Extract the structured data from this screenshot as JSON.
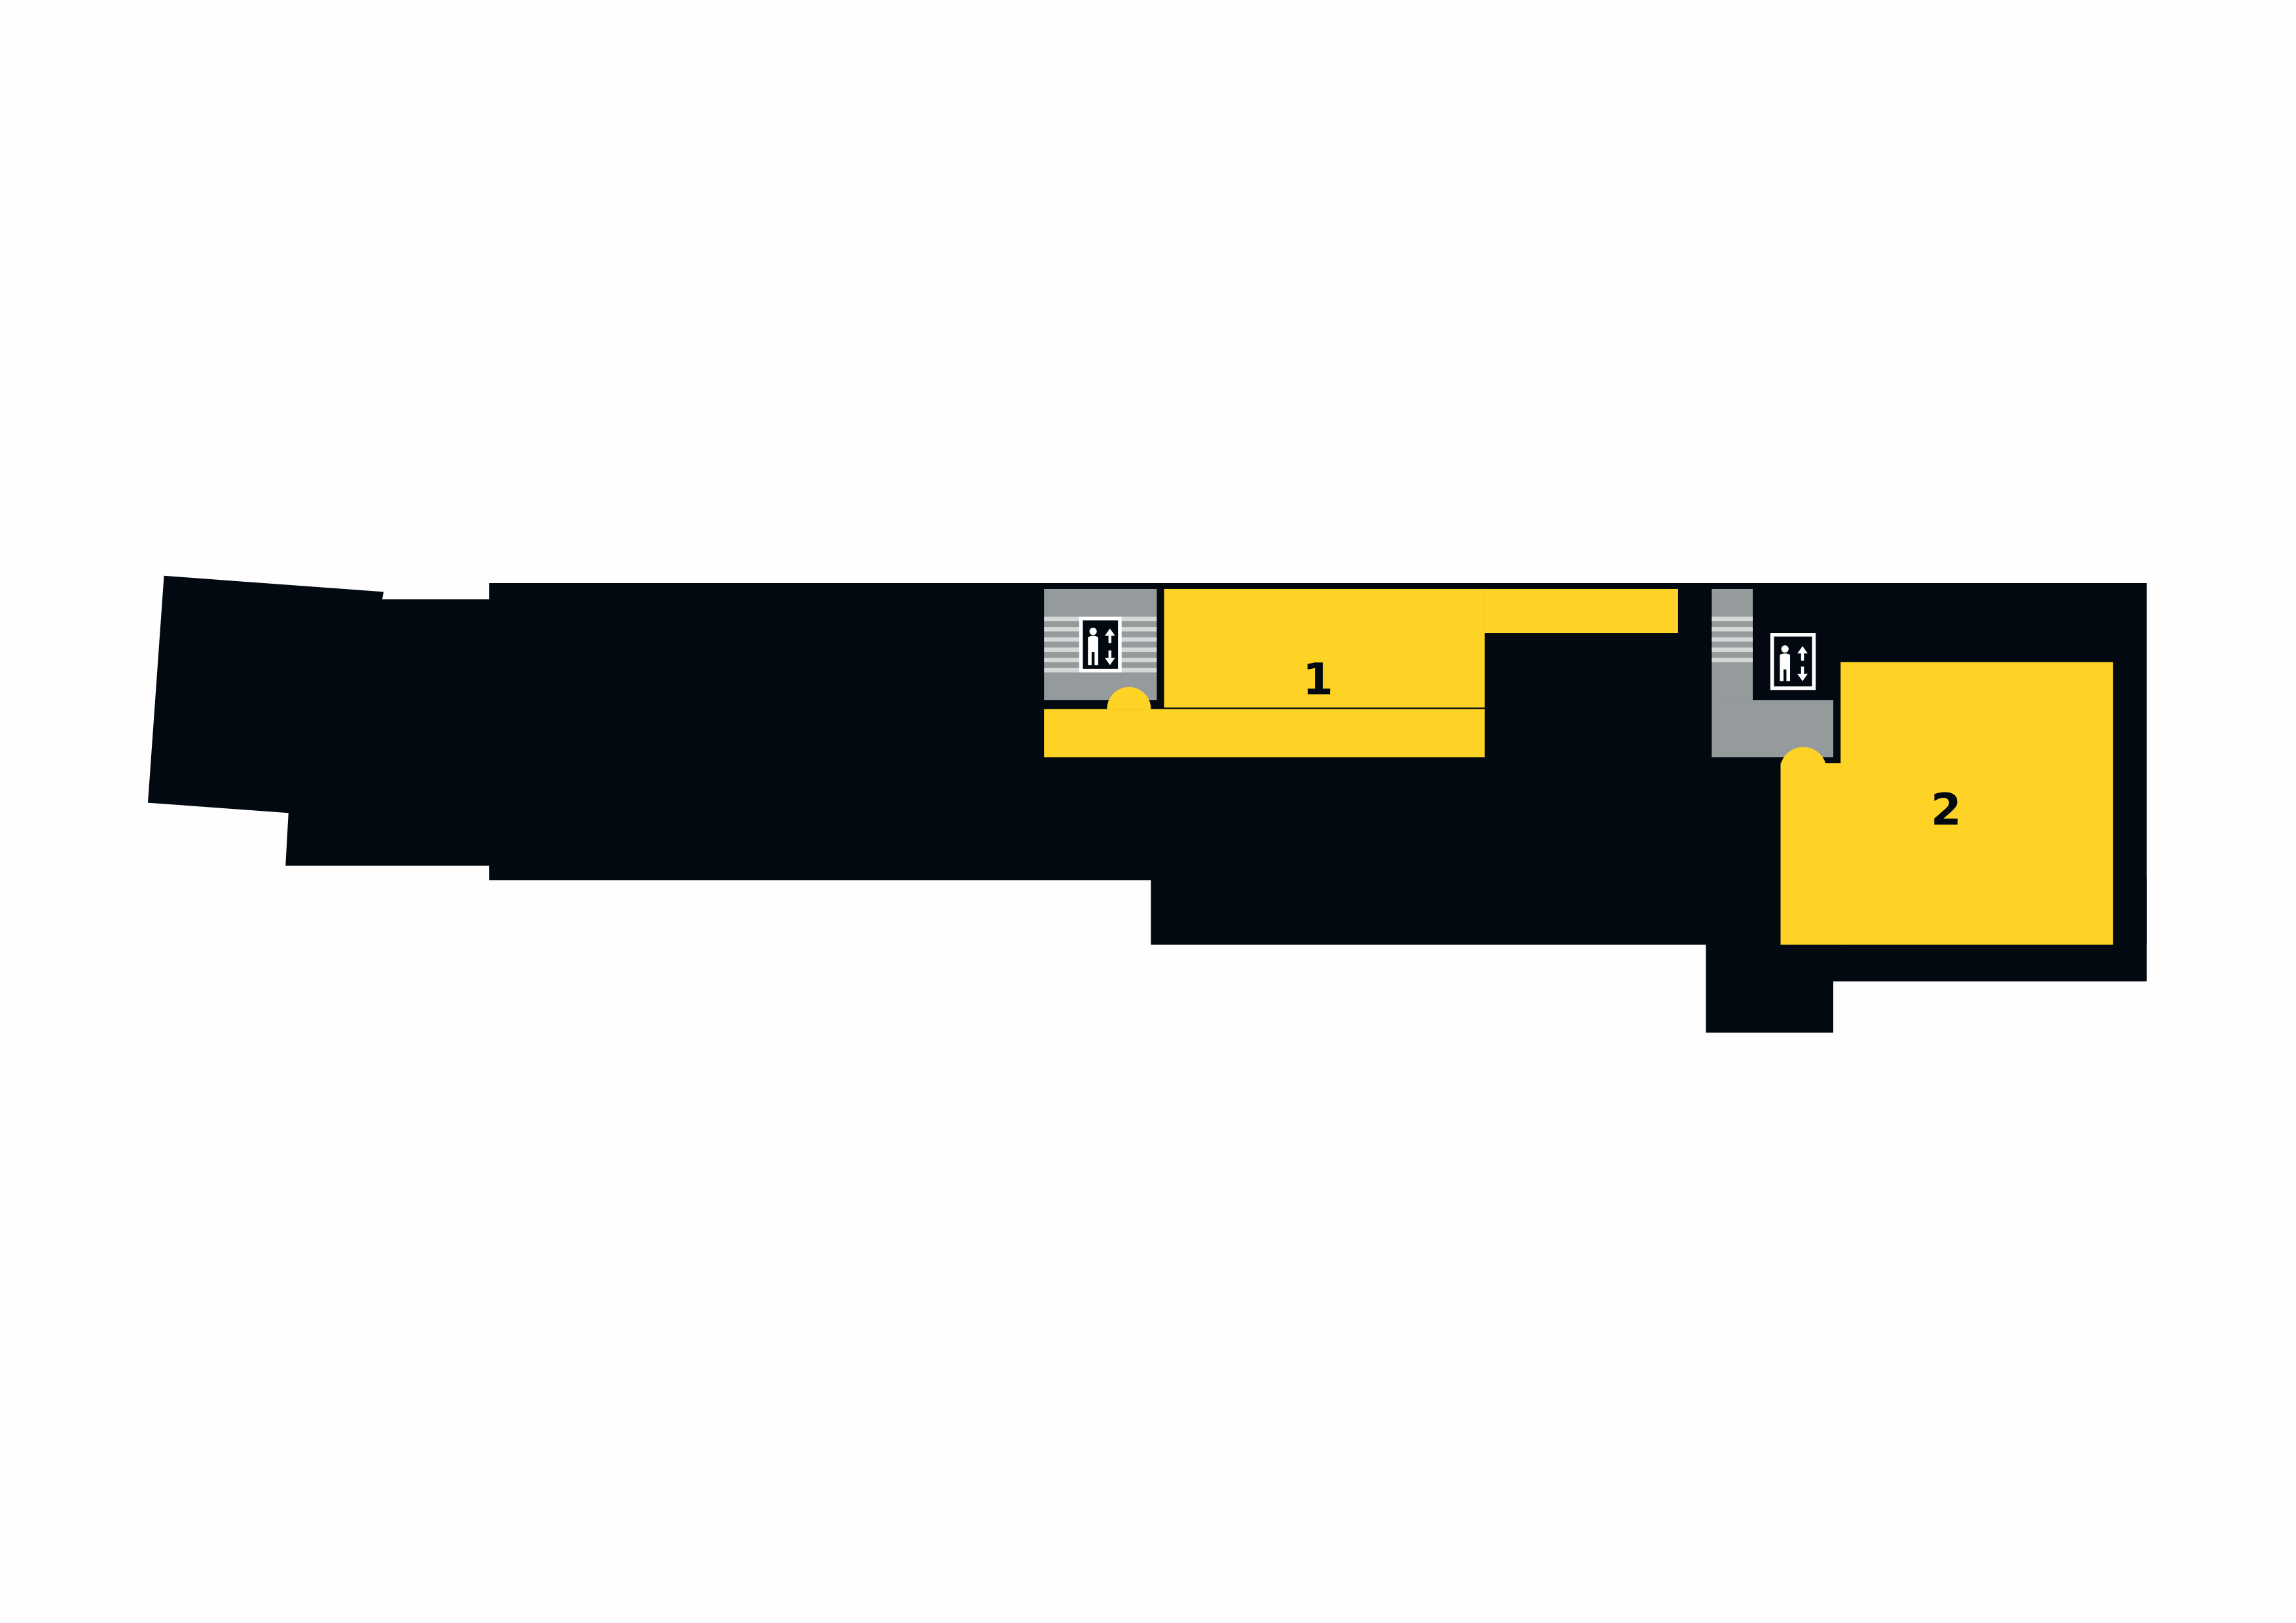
{
  "floor_plan": {
    "rooms": [
      {
        "id": "room-1",
        "label": "1"
      },
      {
        "id": "room-2",
        "label": "2"
      }
    ],
    "elevators": [
      {
        "id": "elevator-1",
        "icon": "elevator-icon"
      },
      {
        "id": "elevator-2",
        "icon": "elevator-icon"
      }
    ]
  },
  "colors": {
    "building": "#020910",
    "room": "#fed325",
    "stairs": "#959b9c",
    "stair_lines": "#d6d8d7",
    "background": "#fefefe"
  }
}
